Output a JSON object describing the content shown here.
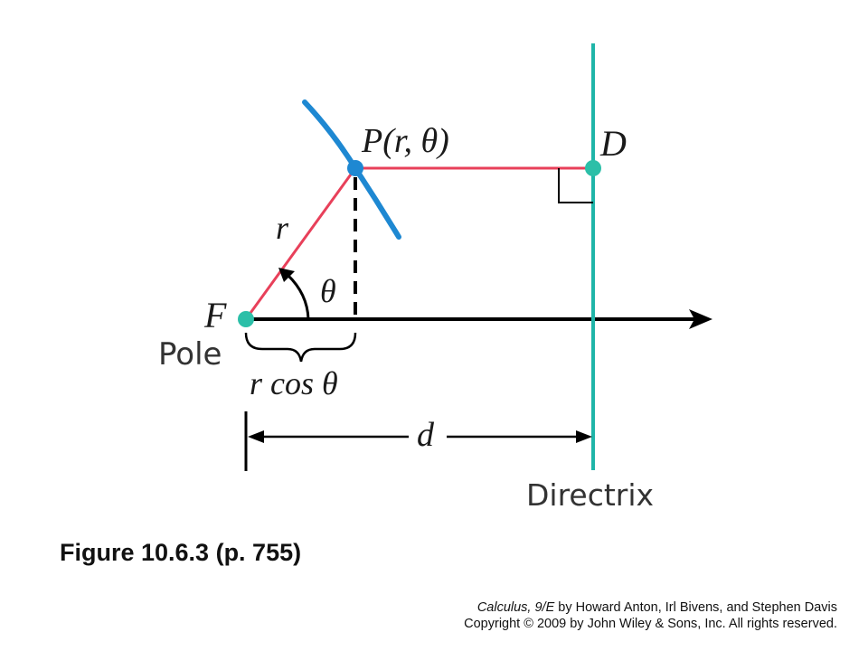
{
  "diagram": {
    "point_label_P": "P(r, θ)",
    "point_label_D": "D",
    "point_label_F": "F",
    "pole_label": "Pole",
    "radius_label": "r",
    "angle_label": "θ",
    "projection_label": "r cos θ",
    "distance_label": "d",
    "directrix_label": "Directrix",
    "colors": {
      "curve": "#1e88d2",
      "segments": "#e8405a",
      "directrix": "#1fb5a8",
      "focus": "#2cbfa8",
      "axis": "#000000"
    }
  },
  "caption": {
    "title": "Figure 10.6.3  (p. 755)"
  },
  "credits": {
    "book_title": "Calculus, 9/E",
    "authors": " by Howard Anton, Irl Bivens, and Stephen Davis",
    "copyright": "Copyright © 2009 by John Wiley & Sons, Inc.  All rights reserved."
  }
}
